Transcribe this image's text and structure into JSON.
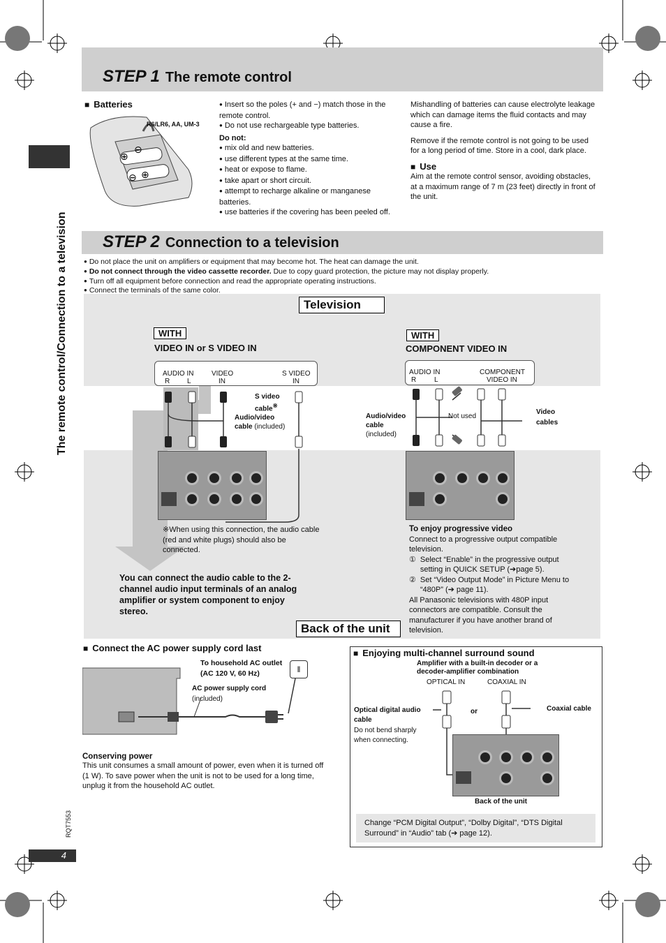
{
  "sidebar": {
    "vertical_title": "The remote control/Connection to a television"
  },
  "step1": {
    "step_word": "STEP 1",
    "title": "The remote control",
    "batteries_heading": "Batteries",
    "battery_types": "R6/LR6, AA, UM-3",
    "insert_note": "Insert so the poles (+ and −) match those in the remote control.",
    "rechargeable_note": "Do not use rechargeable type batteries.",
    "do_not_heading": "Do not:",
    "do_not_items": [
      "mix old and new batteries.",
      "use different types at the same time.",
      "heat or expose to flame.",
      "take apart or short circuit.",
      "attempt to recharge alkaline or manganese batteries.",
      "use batteries if the covering has been peeled off."
    ],
    "mishandling": "Mishandling of batteries can cause electrolyte leakage which can damage items the fluid contacts and may cause a fire.",
    "remove": "Remove if the remote control is not going to be used for a long period of time. Store in a cool, dark place.",
    "use_heading": "Use",
    "use_text": "Aim at the remote control sensor, avoiding obstacles, at a maximum range of 7 m (23 feet) directly in front of the unit."
  },
  "step2": {
    "step_word": "STEP 2",
    "title": "Connection to a television",
    "notes": [
      "Do not place the unit on amplifiers or equipment that may become hot. The heat can damage the unit.",
      "Turn off all equipment before connection and read the appropriate operating instructions.",
      "Connect the terminals of the same color."
    ],
    "note_vcr_bold": "Do not connect through the video cassette recorder.",
    "note_vcr_rest": " Due to copy guard protection, the picture may not display properly.",
    "television_label": "Television",
    "with_label": "WITH",
    "left_heading": "VIDEO IN or S VIDEO IN",
    "right_heading": "COMPONENT VIDEO IN",
    "left_panel": {
      "audio_in": "AUDIO IN",
      "r": "R",
      "l": "L",
      "video": "VIDEO",
      "video_in": "IN",
      "svideo": "S VIDEO",
      "svideo_in": "IN"
    },
    "right_panel": {
      "audio_in": "AUDIO IN",
      "r": "R",
      "l": "L",
      "component": "COMPONENT",
      "component_in": "VIDEO IN"
    },
    "svideo_cable": "S video cable",
    "av_cable_bold": "Audio/video cable",
    "av_cable_rest": " (included)",
    "av_cable2_bold": "Audio/video cable",
    "av_cable2_rest": "(included)",
    "not_used": "Not used",
    "video_cables": "Video cables",
    "asterisk_note": "When using this connection, the audio cable (red and white plugs) should also be connected.",
    "audio_cable_note": "You can connect the audio cable to the 2-channel audio input terminals of an analog amplifier or system component to enjoy stereo.",
    "progressive_heading": "To enjoy progressive video",
    "progressive_intro": "Connect to a progressive output compatible television.",
    "progressive_step1": "Select “Enable” in the progressive output setting in QUICK SETUP (➔page 5).",
    "progressive_step2": "Set “Video Output Mode” in Picture Menu to “480P” (➔ page 11).",
    "progressive_note": "All Panasonic televisions with 480P input connectors are compatible. Consult the manufacturer if you have another brand of television.",
    "back_label": "Back of the unit"
  },
  "ac": {
    "heading": "Connect the AC power supply cord last",
    "outlet_label": "To household AC outlet (AC 120 V, 60 Hz)",
    "cord_bold": "AC power supply cord",
    "cord_rest": "(included)",
    "conserving_heading": "Conserving power",
    "conserving_text": "This unit consumes a small amount of power, even when it is turned off (1 W). To save power when the unit is not to be used for a long time, unplug it from the household AC outlet."
  },
  "surround": {
    "heading": "Enjoying multi-channel surround sound",
    "amp_label": "Amplifier with a built-in decoder or a decoder-amplifier combination",
    "optical_in": "OPTICAL IN",
    "coaxial_in": "COAXIAL IN",
    "optical_cable": "Optical digital audio cable",
    "optical_note": "Do not bend sharply when connecting.",
    "or": "or",
    "coaxial_cable": "Coaxial cable",
    "back_label": "Back of the unit",
    "change_note": "Change “PCM Digital Output”, “Dolby Digital”, “DTS Digital Surround” in “Audio” tab (➔ page 12)."
  },
  "footer": {
    "code": "RQT7553",
    "page": "4"
  }
}
